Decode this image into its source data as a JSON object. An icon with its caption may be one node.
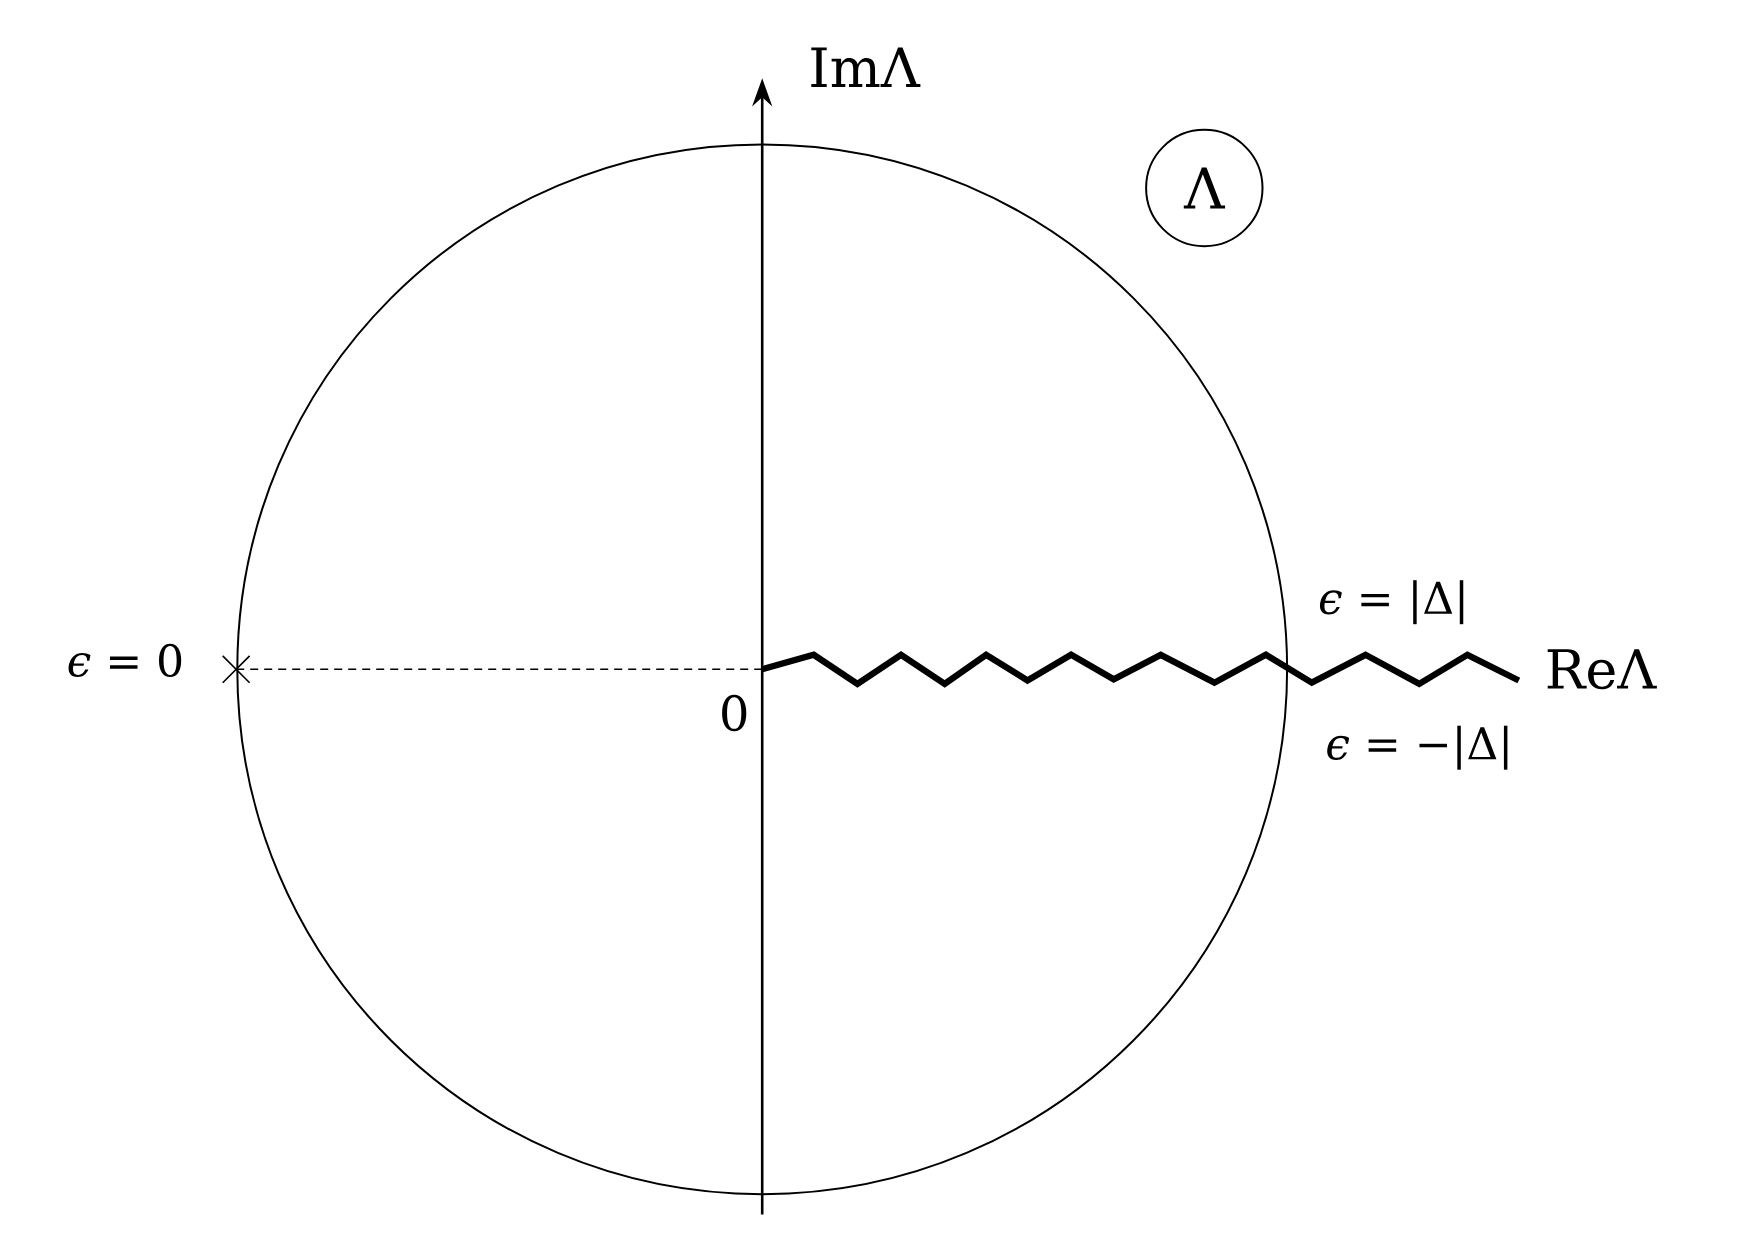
{
  "diagram": {
    "nodes": [
      {
        "text": [
          "Λ"
        ]
      }
    ],
    "labels": [
      "ImΛ",
      "*ϵ* = |Δ|",
      "*ϵ* = 0",
      "ReΛ",
      "0",
      "*ϵ* = −|Δ|"
    ]
  }
}
